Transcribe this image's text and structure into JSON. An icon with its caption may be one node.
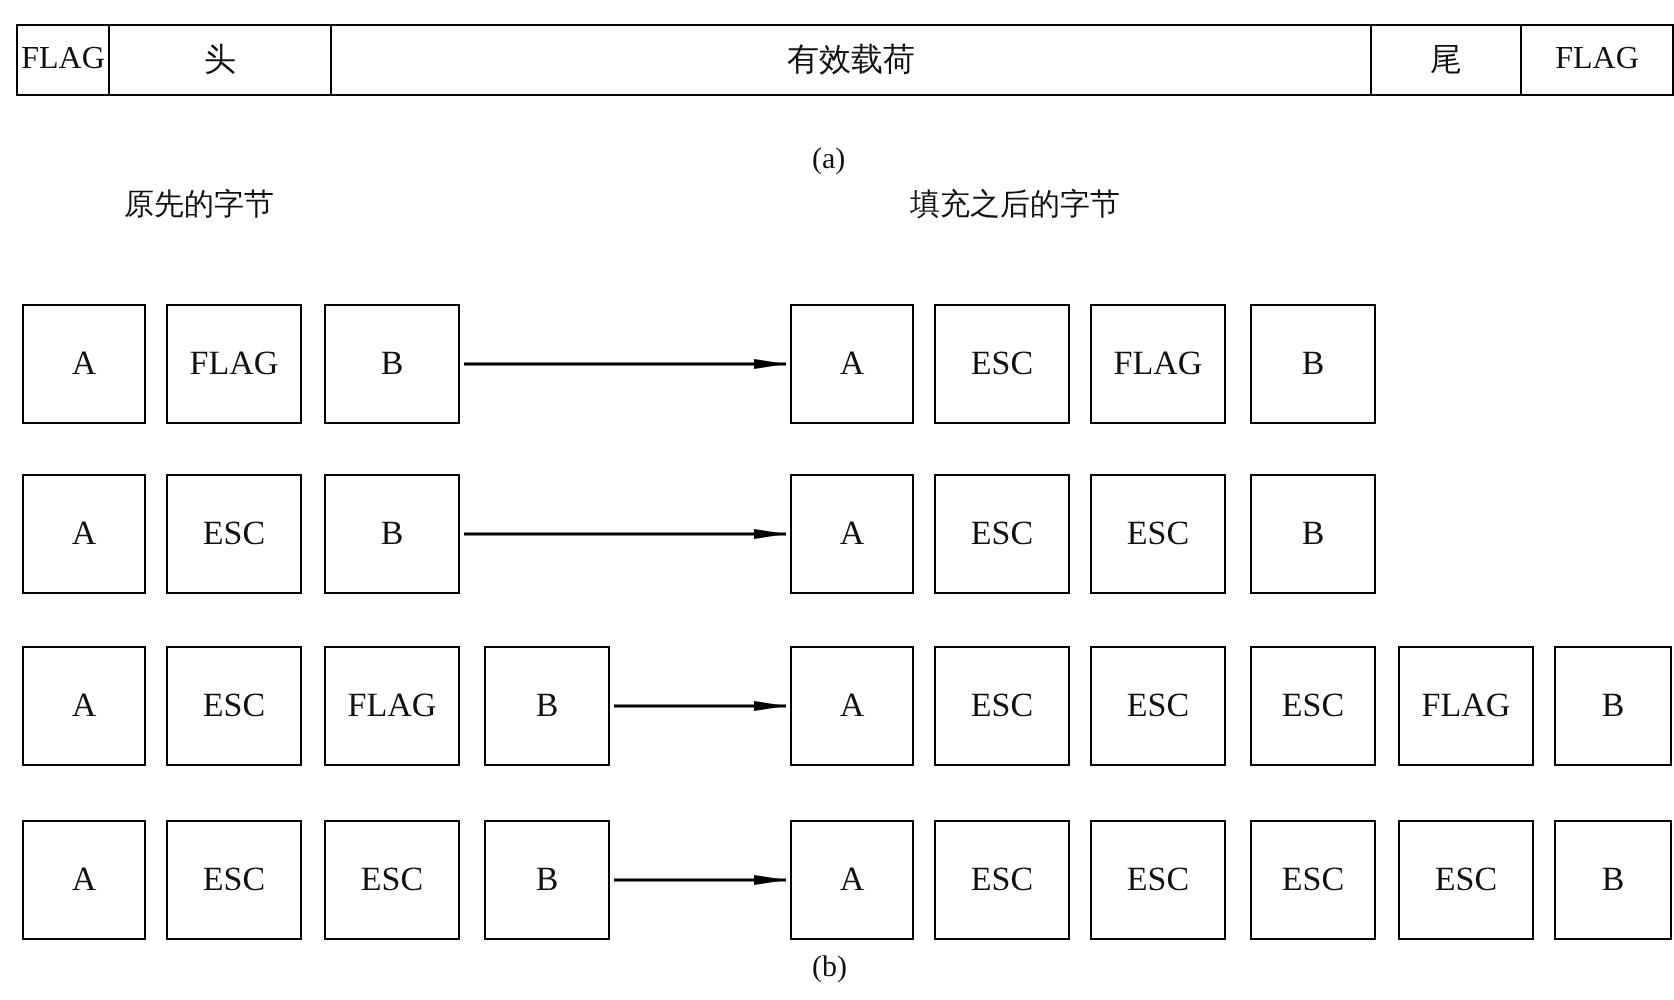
{
  "diagram": {
    "nodes": [
      {
        "text": [
          "FLAG"
        ]
      },
      {
        "text": [
          "头"
        ]
      },
      {
        "text": [
          "有效载荷"
        ]
      },
      {
        "text": [
          "尾"
        ]
      },
      {
        "text": [
          "FLAG"
        ]
      },
      {
        "text": [
          "A"
        ]
      },
      {
        "text": [
          "FLAG"
        ]
      },
      {
        "text": [
          "B"
        ]
      },
      {
        "text": [
          "A"
        ]
      },
      {
        "text": [
          "ESC"
        ]
      },
      {
        "text": [
          "FLAG"
        ]
      },
      {
        "text": [
          "B"
        ]
      },
      {
        "text": [
          "A"
        ]
      },
      {
        "text": [
          "ESC"
        ]
      },
      {
        "text": [
          "B"
        ]
      },
      {
        "text": [
          "A"
        ]
      },
      {
        "text": [
          "ESC"
        ]
      },
      {
        "text": [
          "ESC"
        ]
      },
      {
        "text": [
          "B"
        ]
      },
      {
        "text": [
          "A"
        ]
      },
      {
        "text": [
          "ESC"
        ]
      },
      {
        "text": [
          "FLAG"
        ]
      },
      {
        "text": [
          "B"
        ]
      },
      {
        "text": [
          "A"
        ]
      },
      {
        "text": [
          "ESC"
        ]
      },
      {
        "text": [
          "ESC"
        ]
      },
      {
        "text": [
          "ESC"
        ]
      },
      {
        "text": [
          "FLAG"
        ]
      },
      {
        "text": [
          "B"
        ]
      },
      {
        "text": [
          "A"
        ]
      },
      {
        "text": [
          "ESC"
        ]
      },
      {
        "text": [
          "ESC"
        ]
      },
      {
        "text": [
          "B"
        ]
      },
      {
        "text": [
          "A"
        ]
      },
      {
        "text": [
          "ESC"
        ]
      },
      {
        "text": [
          "ESC"
        ]
      },
      {
        "text": [
          "ESC"
        ]
      },
      {
        "text": [
          "ESC"
        ]
      },
      {
        "text": [
          "B"
        ]
      }
    ],
    "edges": [
      {
        "from": 7,
        "to": 8,
        "arrow": "to"
      },
      {
        "from": 14,
        "to": 15,
        "arrow": "to"
      },
      {
        "from": 22,
        "to": 23,
        "arrow": "to"
      },
      {
        "from": 32,
        "to": 33,
        "arrow": "to"
      }
    ],
    "labels": [
      "(a)",
      "原先的字节",
      "填充之后的字节",
      "(b)"
    ]
  }
}
